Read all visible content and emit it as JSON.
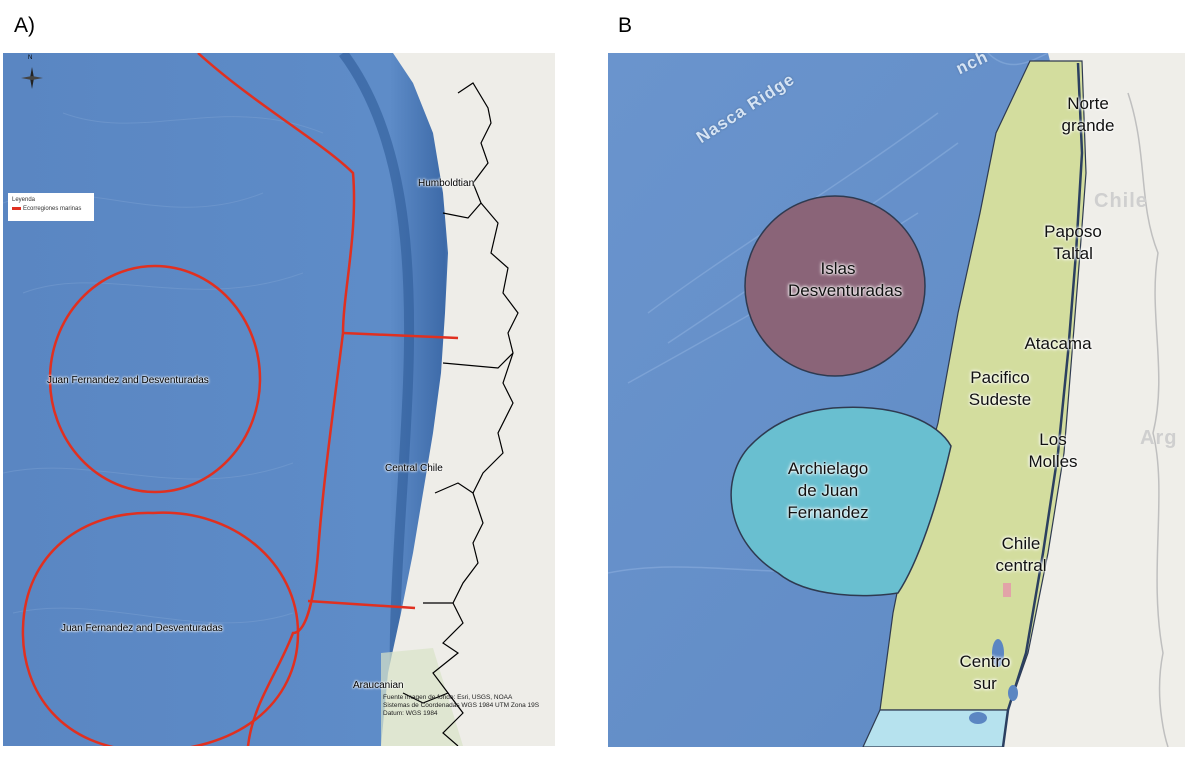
{
  "panels": {
    "a_label": "A)",
    "b_label": "B"
  },
  "map_a": {
    "legend_title": "Leyenda",
    "legend_item": "Ecorregiones marinas",
    "labels": {
      "humboldtian": "Humboldtian",
      "central_chile": "Central Chile",
      "araucanian": "Araucanian",
      "jf_upper": "Juan Fernandez and Desventuradas",
      "jf_lower": "Juan Fernandez and Desventuradas"
    },
    "credits": [
      "Fuente imagen de fondo: Esri, USGS, NOAA",
      "Sistemas de Coordenadas WGS 1984 UTM Zona 19S",
      "Datum: WGS 1984"
    ],
    "north_letter": "N",
    "colors": {
      "ocean": "#5b88c4",
      "land": "#eeede8",
      "ecoregion_line": "#e03020",
      "border_line": "#000000"
    }
  },
  "map_b": {
    "water_labels": {
      "nasca_ridge": "Nasca Ridge",
      "trench_fragment": "nch"
    },
    "country_labels": {
      "chile": "Chile",
      "argentina_fragment": "Arg"
    },
    "regions": {
      "islas_l1": "Islas",
      "islas_l2": "Desventuradas",
      "arch_l1": "Archielago",
      "arch_l2": "de Juan",
      "arch_l3": "Fernandez",
      "norte_l1": "Norte",
      "norte_l2": "grande",
      "paposo_l1": "Paposo",
      "paposo_l2": "Taltal",
      "atacama": "Atacama",
      "pacifico_l1": "Pacifico",
      "pacifico_l2": "Sudeste",
      "molles_l1": "Los",
      "molles_l2": "Molles",
      "chile_central_l1": "Chile",
      "chile_central_l2": "central",
      "centro_sur_l1": "Centro",
      "centro_sur_l2": "sur"
    },
    "colors": {
      "ocean": "#6b93cc",
      "land": "#efeee9",
      "coastal_zone": "#d3dd9e",
      "islas_fill": "#8a6478",
      "archipelago_fill": "#69bfd0",
      "southern_zone": "#b6e2ee"
    }
  }
}
